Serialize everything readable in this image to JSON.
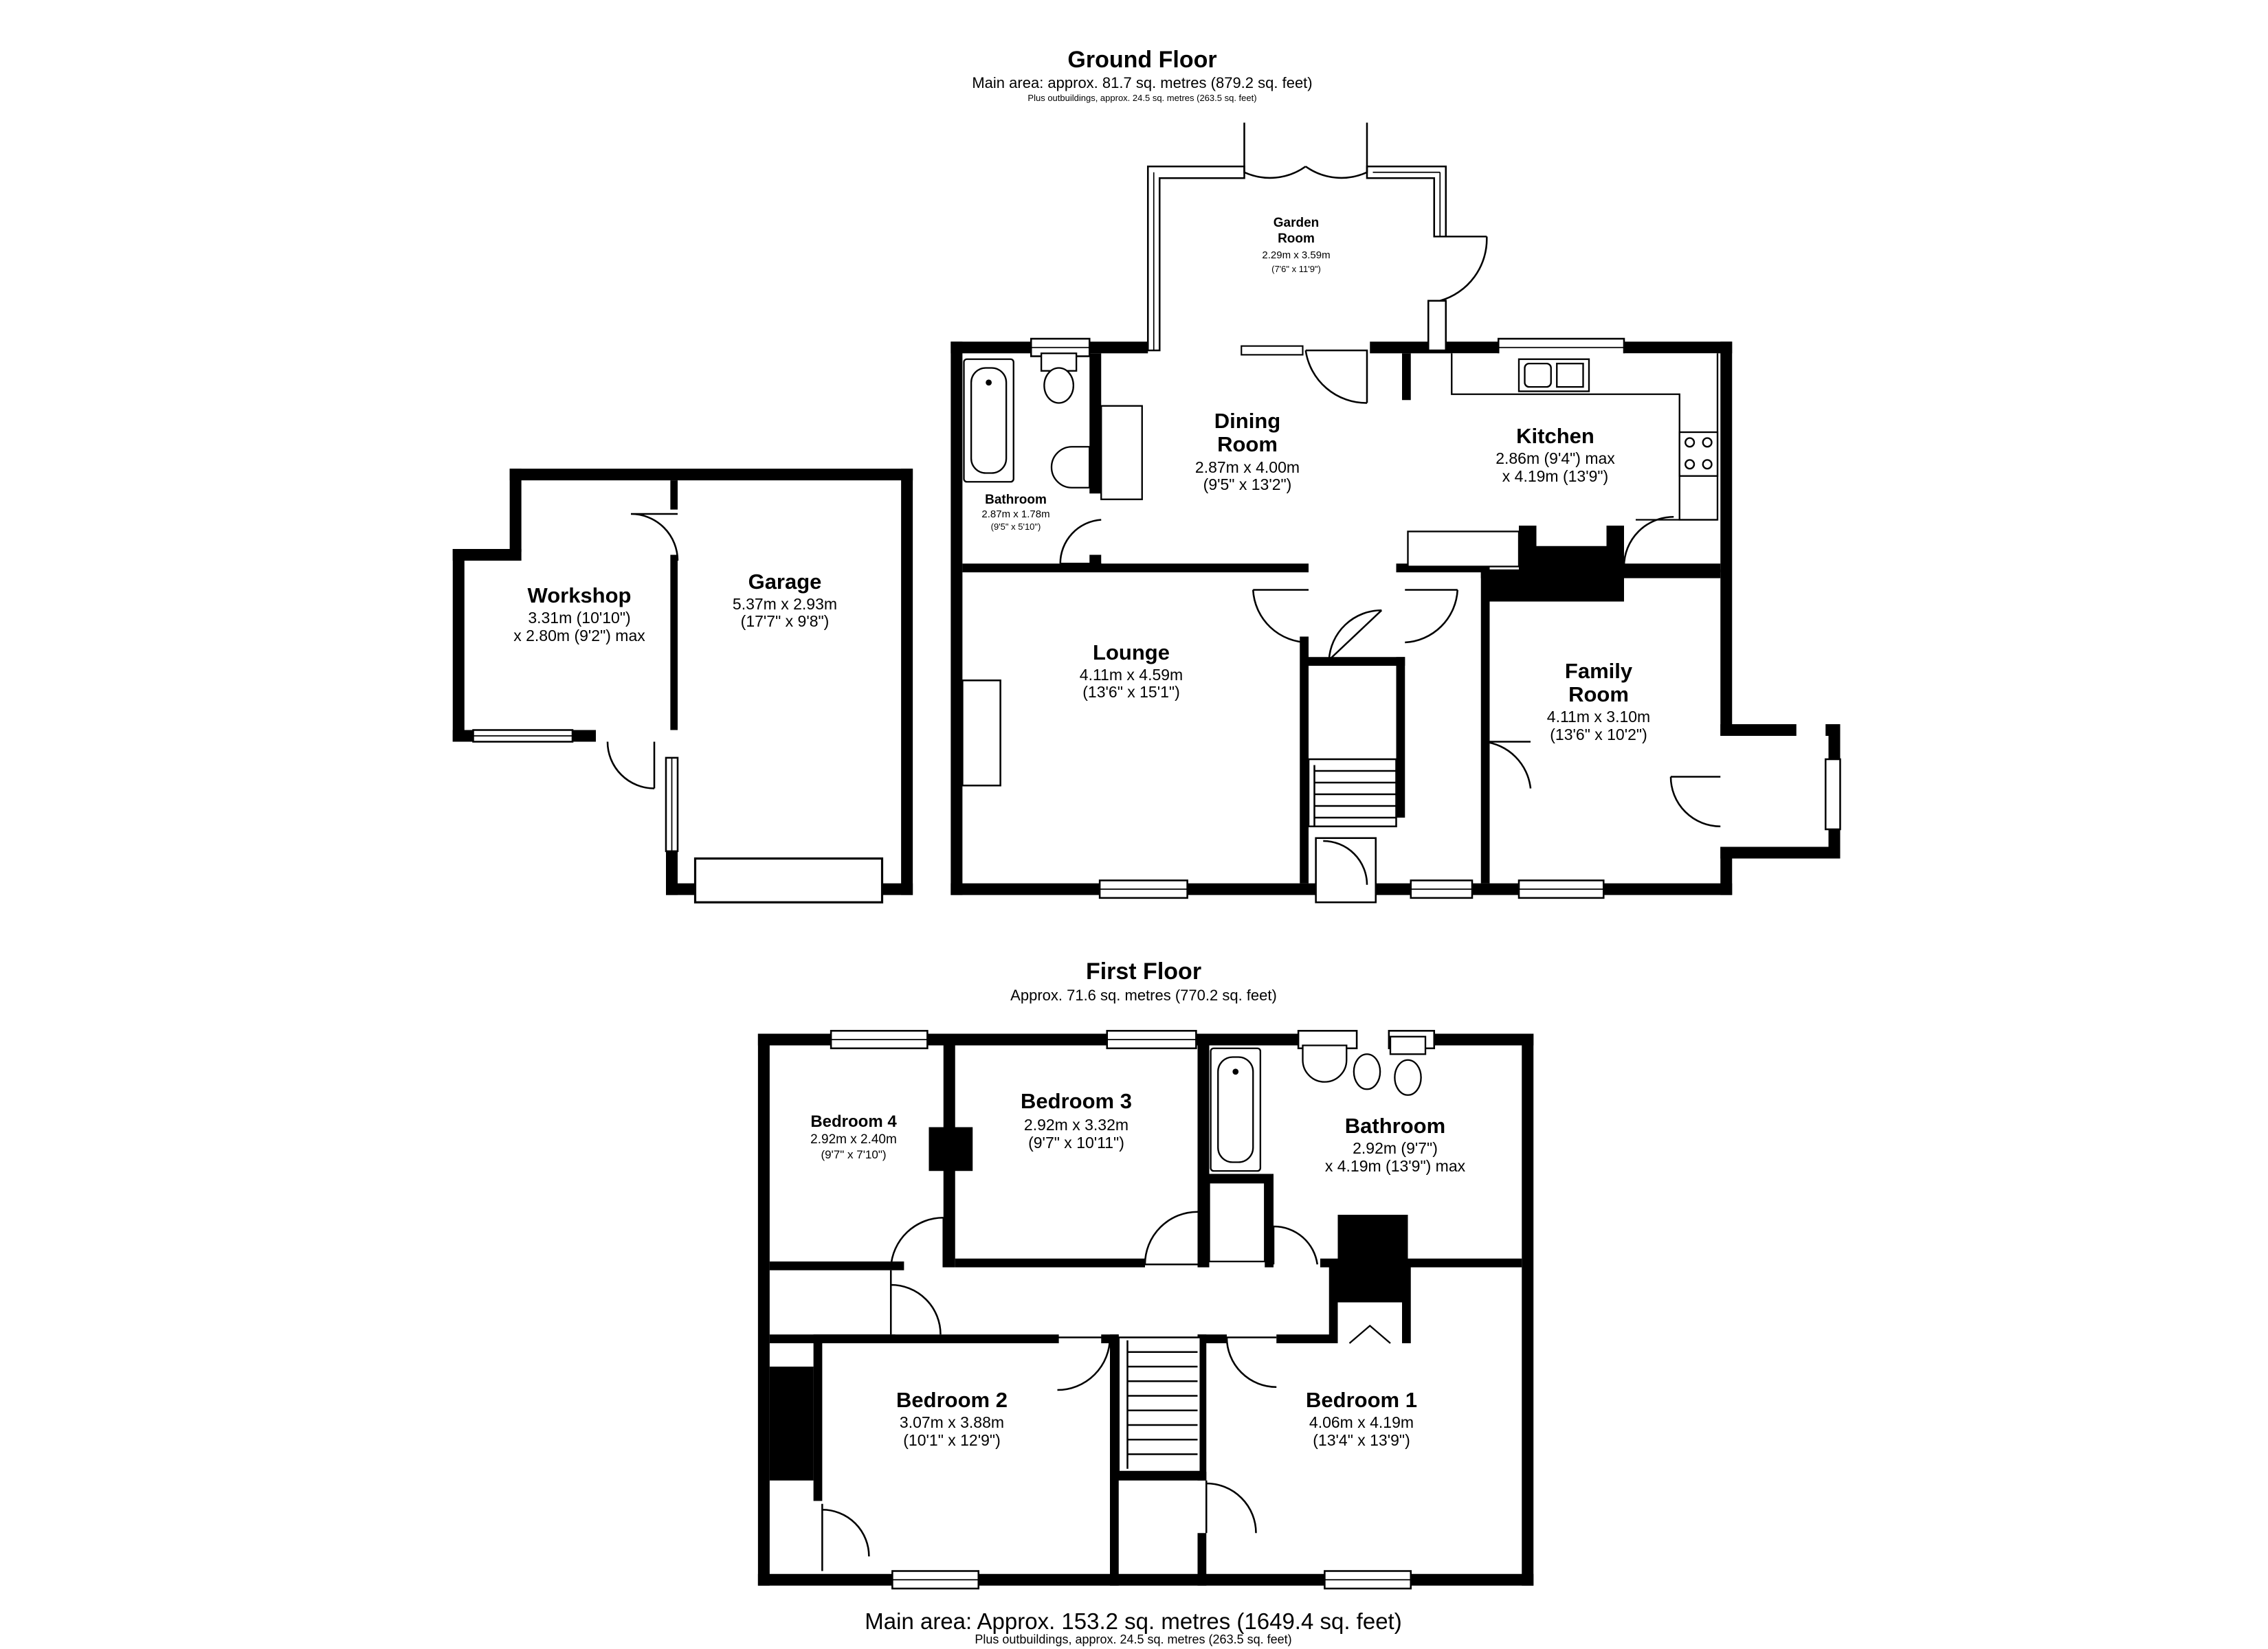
{
  "ground_floor": {
    "title": "Ground Floor",
    "area": "Main area: approx. 81.7 sq. metres (879.2 sq. feet)",
    "outbuildings": "Plus outbuildings, approx. 24.5 sq. metres (263.5 sq. feet)",
    "rooms": {
      "garden_room": {
        "name_line1": "Garden",
        "name_line2": "Room",
        "dims": "2.29m x 3.59m",
        "imperial": "(7'6\" x 11'9\")"
      },
      "dining_room": {
        "name_line1": "Dining",
        "name_line2": "Room",
        "dims": "2.87m x 4.00m",
        "imperial": "(9'5\" x 13'2\")"
      },
      "kitchen": {
        "name": "Kitchen",
        "dims": "2.86m (9'4\") max",
        "imperial": "x 4.19m (13'9\")"
      },
      "bathroom": {
        "name": "Bathroom",
        "dims": "2.87m x 1.78m",
        "imperial": "(9'5\" x 5'10\")"
      },
      "workshop": {
        "name": "Workshop",
        "dims": "3.31m (10'10\")",
        "imperial": "x 2.80m (9'2\") max"
      },
      "garage": {
        "name": "Garage",
        "dims": "5.37m x 2.93m",
        "imperial": "(17'7\" x 9'8\")"
      },
      "lounge": {
        "name": "Lounge",
        "dims": "4.11m x 4.59m",
        "imperial": "(13'6\" x 15'1\")"
      },
      "family_room": {
        "name_line1": "Family",
        "name_line2": "Room",
        "dims": "4.11m x 3.10m",
        "imperial": "(13'6\" x 10'2\")"
      }
    }
  },
  "first_floor": {
    "title": "First Floor",
    "area": "Approx. 71.6 sq. metres (770.2 sq. feet)",
    "rooms": {
      "bedroom4": {
        "name": "Bedroom 4",
        "dims": "2.92m x 2.40m",
        "imperial": "(9'7\" x 7'10\")"
      },
      "bedroom3": {
        "name": "Bedroom 3",
        "dims": "2.92m x 3.32m",
        "imperial": "(9'7\" x 10'11\")"
      },
      "bathroom": {
        "name": "Bathroom",
        "dims": "2.92m (9'7\")",
        "imperial": "x 4.19m (13'9\") max"
      },
      "bedroom2": {
        "name": "Bedroom 2",
        "dims": "3.07m x 3.88m",
        "imperial": "(10'1\" x 12'9\")"
      },
      "bedroom1": {
        "name": "Bedroom 1",
        "dims": "4.06m x 4.19m",
        "imperial": "(13'4\" x 13'9\")"
      }
    }
  },
  "footer": {
    "main_area": "Main area: Approx. 153.2 sq. metres (1649.4 sq. feet)",
    "outbuildings": "Plus outbuildings, approx. 24.5 sq. metres (263.5 sq. feet)"
  }
}
